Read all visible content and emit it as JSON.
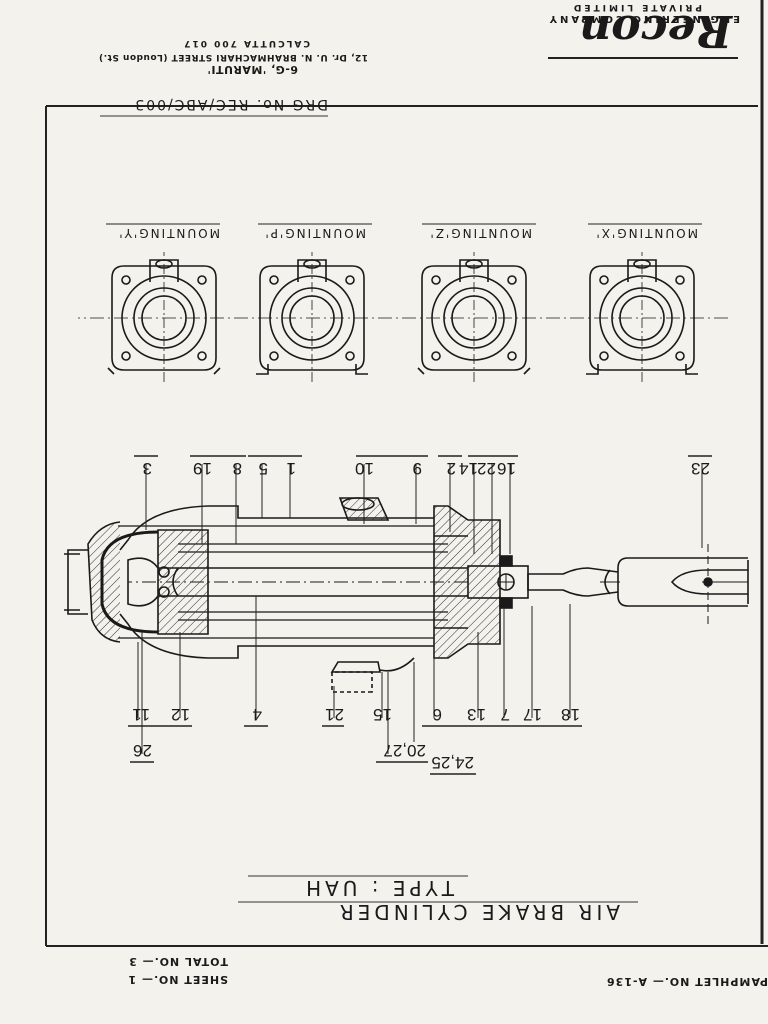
{
  "company": {
    "logo": "Recon",
    "line1": "ENGINEERING COMPANY",
    "line2": "PRIVATE LIMITED"
  },
  "address": {
    "line1": "6-G, 'MARUTI'",
    "line2": "12, Dr. U. N. BRAHMACHARI STREET (Loudon St.)",
    "line3": "CALCUTTA 700 017"
  },
  "drawing_number": "DRG No. REC/ABC/003",
  "mountings": [
    "MOUNTING'X'",
    "MOUNTING'Z'",
    "MOUNTING'P'",
    "MOUNTING'Y'"
  ],
  "part_labels_top": [
    "23",
    "16",
    "22",
    "14",
    "2",
    "9",
    "10",
    "1",
    "5",
    "8",
    "19",
    "3"
  ],
  "part_labels_bottom": [
    "18",
    "17",
    "7",
    "13",
    "6",
    "24,25",
    "20,27",
    "15",
    "21",
    "4",
    "12",
    "11",
    "26"
  ],
  "title": {
    "line1": "AIR BRAKE CYLINDER",
    "line2": "TYPE : UAH"
  },
  "footer": {
    "pamphlet": "PAMPHLET NO.— A-136",
    "sheet": "SHEET NO.— 1",
    "total": "TOTAL NO.— 3"
  }
}
